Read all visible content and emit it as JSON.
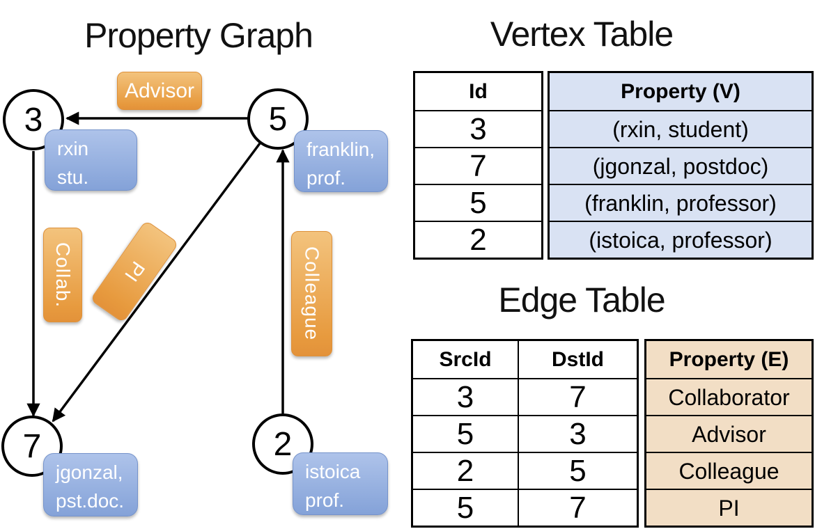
{
  "graph": {
    "title": "Property Graph",
    "nodes": [
      {
        "id": "3",
        "label_lines": [
          "rxin",
          "stu."
        ]
      },
      {
        "id": "5",
        "label_lines": [
          "franklin,",
          "prof."
        ]
      },
      {
        "id": "7",
        "label_lines": [
          "jgonzal,",
          "pst.doc."
        ]
      },
      {
        "id": "2",
        "label_lines": [
          "istoica",
          "prof."
        ]
      }
    ],
    "edges": [
      {
        "src": "5",
        "dst": "3",
        "label": "Advisor"
      },
      {
        "src": "3",
        "dst": "7",
        "label": "Collab."
      },
      {
        "src": "5",
        "dst": "7",
        "label": "PI"
      },
      {
        "src": "2",
        "dst": "5",
        "label": "Colleague"
      }
    ]
  },
  "vertex_table": {
    "title": "Vertex Table",
    "columns": [
      "Id",
      "Property (V)"
    ],
    "rows": [
      [
        "3",
        "(rxin, student)"
      ],
      [
        "7",
        "(jgonzal, postdoc)"
      ],
      [
        "5",
        "(franklin, professor)"
      ],
      [
        "2",
        "(istoica, professor)"
      ]
    ]
  },
  "edge_table": {
    "title": "Edge Table",
    "columns": [
      "SrcId",
      "DstId",
      "Property (E)"
    ],
    "rows": [
      [
        "3",
        "7",
        "Collaborator"
      ],
      [
        "5",
        "3",
        "Advisor"
      ],
      [
        "2",
        "5",
        "Colleague"
      ],
      [
        "5",
        "7",
        "PI"
      ]
    ]
  },
  "colors": {
    "edge_label_orange": "#e79a3e",
    "vertex_box_blue": "#8aa7db",
    "vertex_cell_fill": "#d9e2f3",
    "edge_cell_fill": "#f2dec5",
    "line_black": "#000000"
  }
}
